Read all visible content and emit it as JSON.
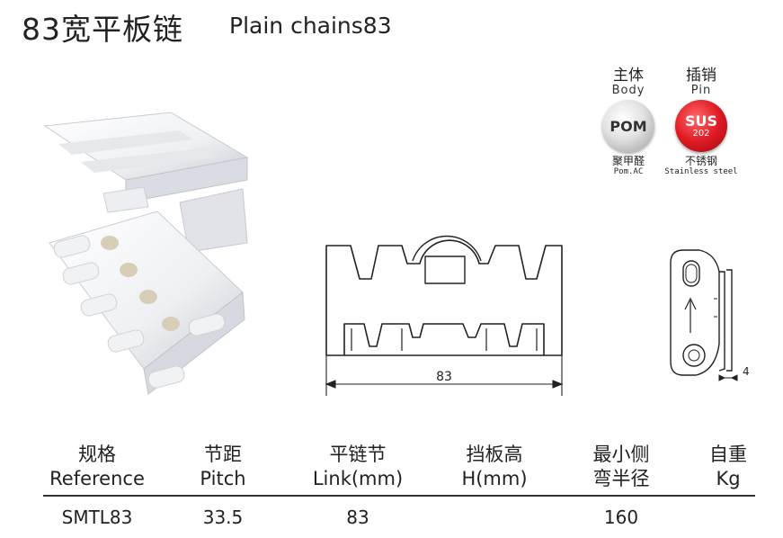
{
  "header": {
    "title_cn": "83宽平板链",
    "title_en": "Plain chains83"
  },
  "materials": {
    "body": {
      "label_cn": "主体",
      "label_en": "Body",
      "badge_text": "POM",
      "material_cn": "聚甲醛",
      "material_en": "Pom.AC",
      "color": "#c8c8c8"
    },
    "pin": {
      "label_cn": "插销",
      "label_en": "Pin",
      "badge_line1": "SUS",
      "badge_line2": "202",
      "material_cn": "不锈钢",
      "material_en": "Stainless steel",
      "color": "#e01b24"
    }
  },
  "drawing": {
    "width_dimension": "83",
    "thickness_dimension": "4"
  },
  "table": {
    "columns": [
      {
        "cn": "规格",
        "en": "Reference"
      },
      {
        "cn": "节距",
        "en": "Pitch"
      },
      {
        "cn": "平链节",
        "en": "Link(mm)"
      },
      {
        "cn": "挡板高",
        "en": "H(mm)"
      },
      {
        "cn": "最小侧",
        "en": "弯半径"
      },
      {
        "cn": "自重",
        "en": "Kg"
      }
    ],
    "rows": [
      [
        "SMTL83",
        "33.5",
        "83",
        "",
        "160",
        ""
      ]
    ]
  }
}
